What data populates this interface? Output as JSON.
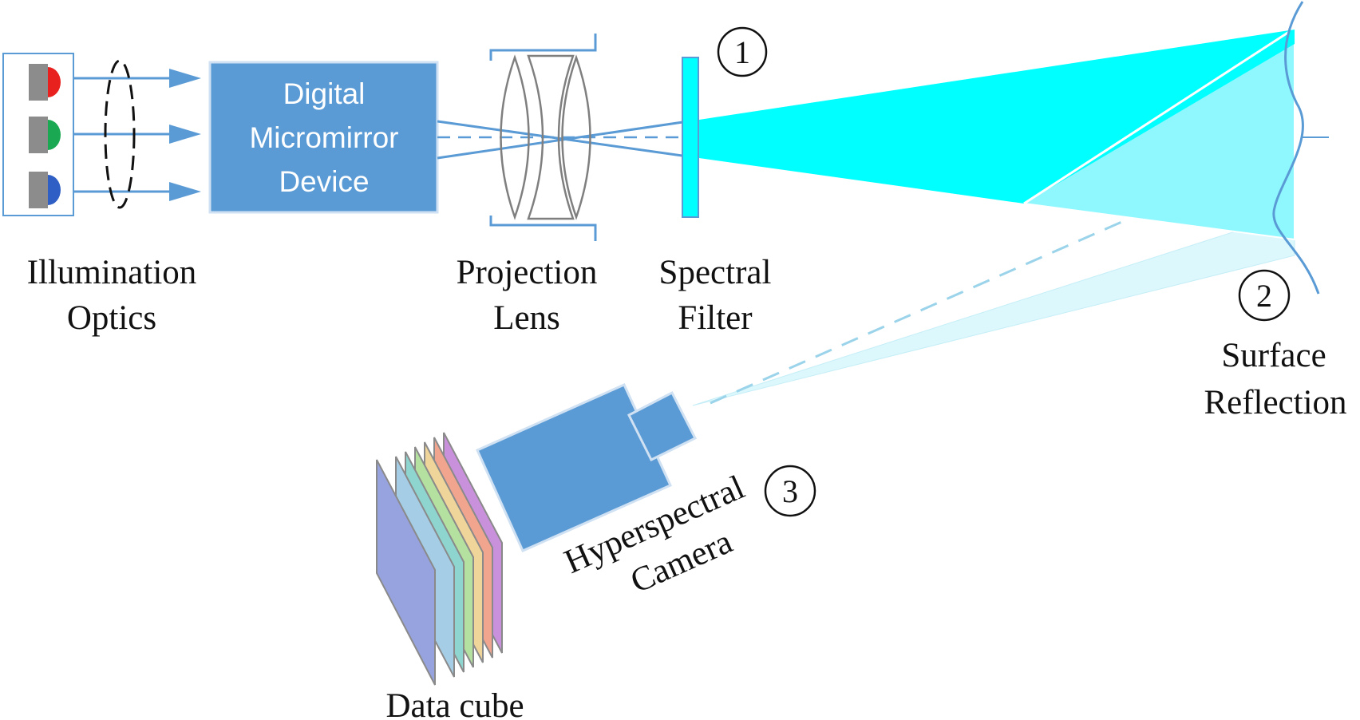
{
  "labels": {
    "illumination": [
      "Illumination",
      "Optics"
    ],
    "dmd": [
      "Digital",
      "Micromirror",
      "Device"
    ],
    "projection_lens": [
      "Projection",
      "Lens"
    ],
    "spectral_filter": [
      "Spectral",
      "Filter"
    ],
    "surface_reflection": [
      "Surface",
      "Reflection"
    ],
    "hyperspectral_camera": [
      "Hyperspectral",
      "Camera"
    ],
    "data_cube": "Data cube"
  },
  "markers": [
    "1",
    "2",
    "3"
  ],
  "led_colors": [
    "#e8211f",
    "#1aa852",
    "#2f5fc4"
  ],
  "data_cube_layers": [
    "#c991dc",
    "#f1a58f",
    "#f0d59a",
    "#b4e0a0",
    "#8fd5cf",
    "#a6cde6",
    "#97a3de"
  ],
  "colors": {
    "component_blue": "#5b9bd5",
    "beam_cyan": "#00ffff",
    "reflection_cyan": "#8ff8ff",
    "camera_cone": "#dcf8fd",
    "line_blue": "#5b9bd5",
    "lens_gray": "#7f7f7f"
  }
}
